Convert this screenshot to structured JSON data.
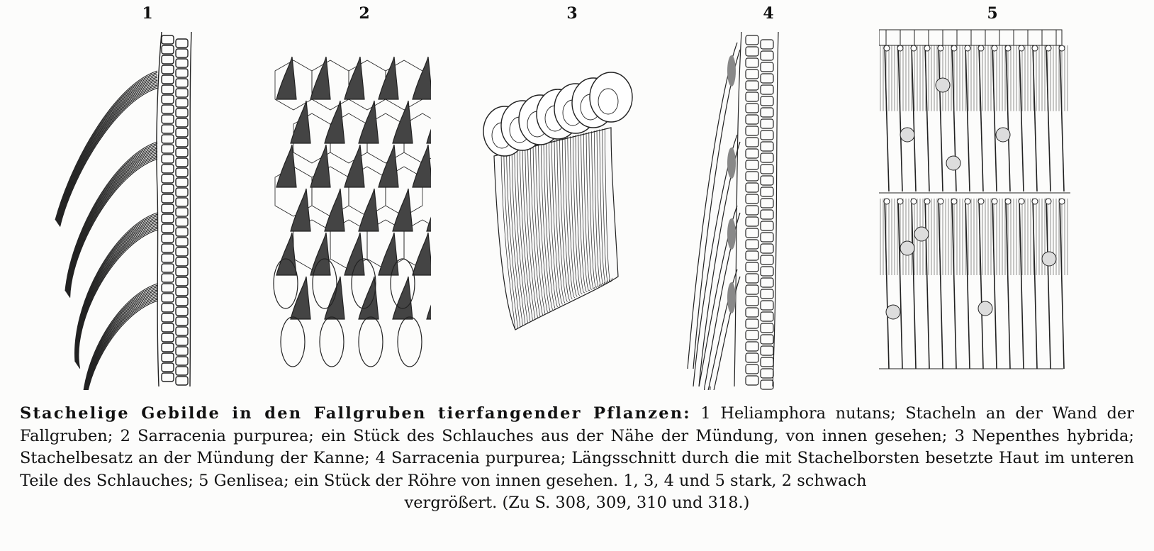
{
  "figures": [
    {
      "number": "1"
    },
    {
      "number": "2"
    },
    {
      "number": "3"
    },
    {
      "number": "4"
    },
    {
      "number": "5"
    }
  ],
  "caption": {
    "heading": "Stachelige Gebilde in den Fallgruben tierfangender Pflanzen:",
    "line_1_rest": "1 Heliamphora nutans; Stacheln an der Wand der",
    "line_2": "Fallgruben; 2 Sarracenia purpurea; ein Stück des Schlauches aus der Nähe der Mündung, von innen gesehen; 3 Nepenthes",
    "line_3": "hybrida; Stachelbesatz an der Mündung der Kanne; 4 Sarracenia purpurea; Längsschnitt durch die mit Stachelborsten besetzte",
    "line_4": "Haut im unteren Teile des Schlauches; 5 Genlisea; ein Stück der Röhre von innen gesehen. 1, 3, 4 und 5 stark, 2 schwach",
    "line_5": "vergrößert. (Zu S. 308, 309, 310 und 318.)"
  },
  "colors": {
    "ink": "#111111",
    "paper": "#fcfcfb"
  }
}
